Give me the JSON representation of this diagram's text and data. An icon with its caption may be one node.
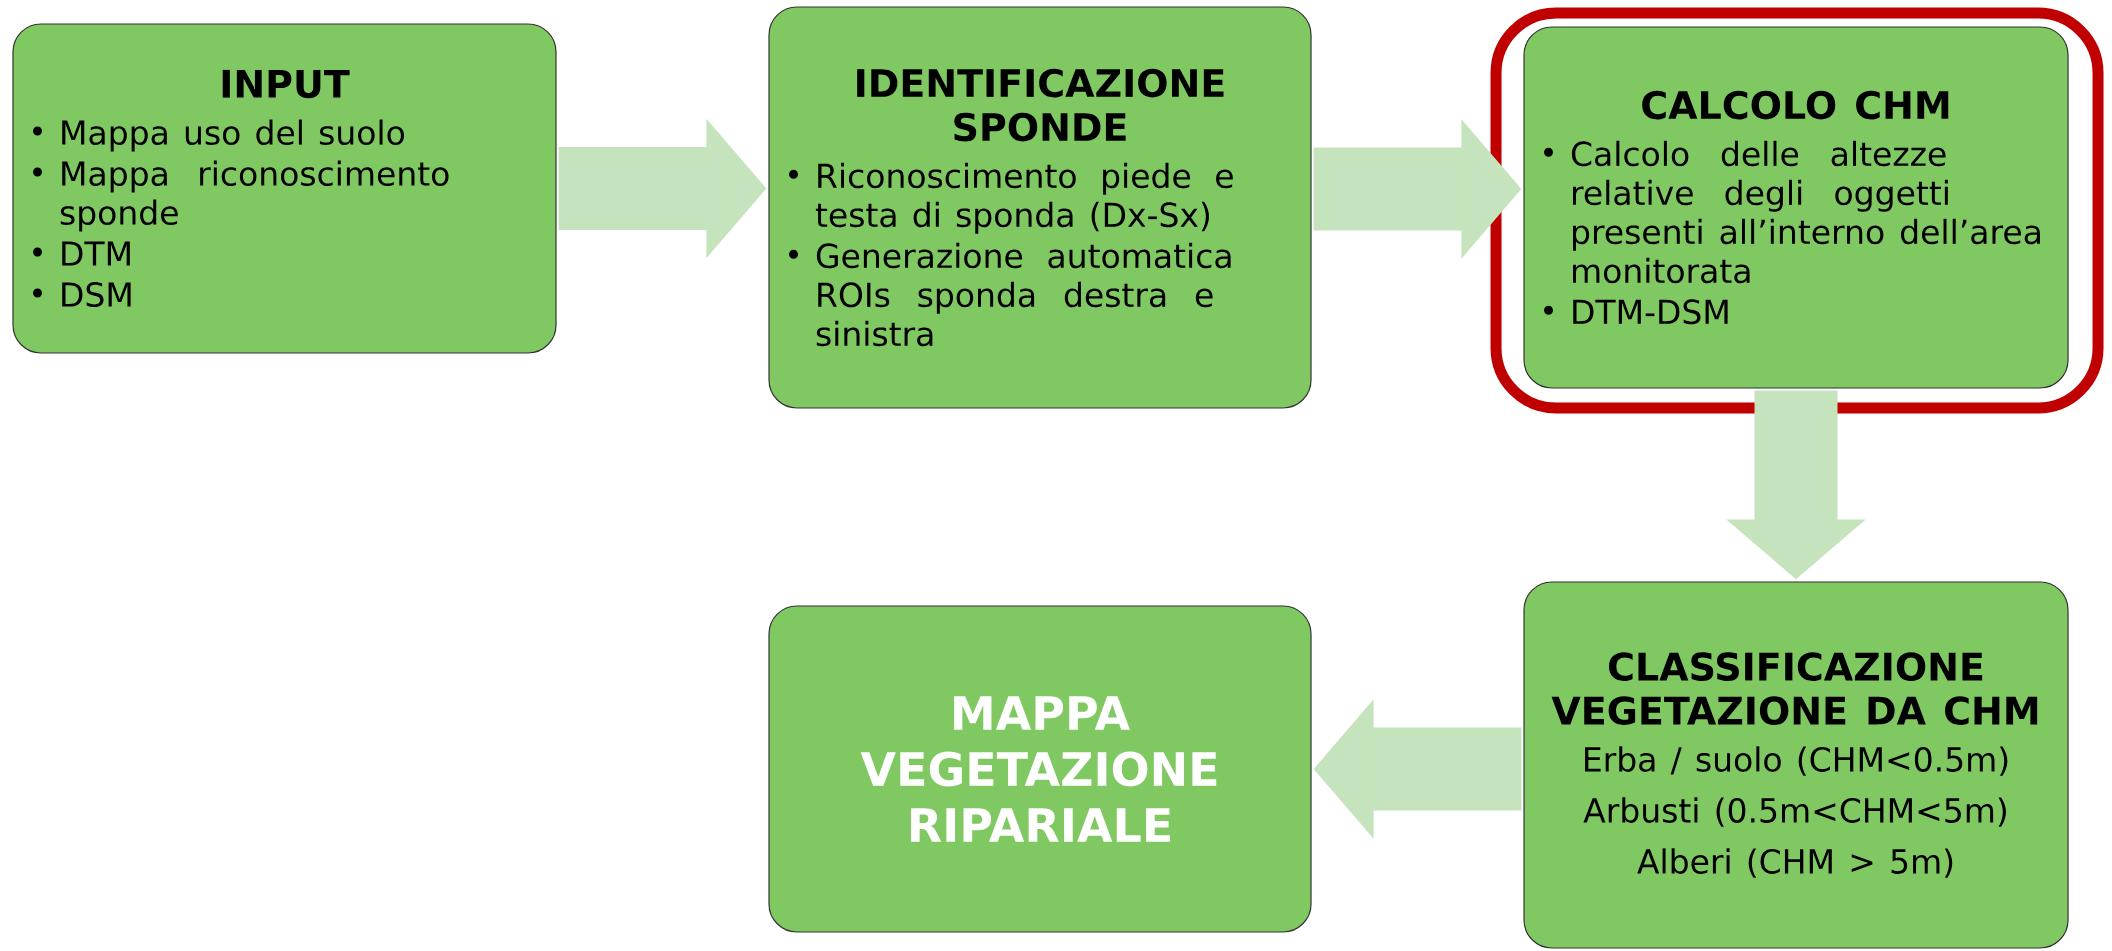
{
  "diagram": {
    "nodes": [
      {
        "text": [
          "INPUT",
          "Mappa uso del suolo",
          "Mappa riconoscimento sponde",
          "DTM",
          "DSM"
        ]
      },
      {
        "text": [
          "IDENTIFICAZIONE SPONDE",
          "Riconoscimento piede e testa di sponda (Dx-Sx)",
          "Generazione automatica ROIs sponda destra e sinistra"
        ]
      },
      {
        "text": [
          "CALCOLO CHM",
          "Calcolo delle altezze relative degli oggetti presenti all’interno dell’area monitorata",
          "DTM-DSM"
        ]
      },
      {
        "text": [
          "CLASSIFICAZIONE VEGETAZIONE DA CHM",
          "Erba / suolo (CHM<0.5m)",
          "Arbusti (0.5m<CHM<5m)",
          "Alberi (CHM > 5m)"
        ]
      },
      {
        "text": [
          "MAPPA VEGETAZIONE RIPARIALE"
        ]
      }
    ],
    "edges": [
      {
        "from": 0,
        "to": 1,
        "arrow": "to"
      },
      {
        "from": 1,
        "to": 2,
        "arrow": "to"
      },
      {
        "from": 2,
        "to": 3,
        "arrow": "to"
      },
      {
        "from": 3,
        "to": 4,
        "arrow": "to"
      }
    ]
  }
}
